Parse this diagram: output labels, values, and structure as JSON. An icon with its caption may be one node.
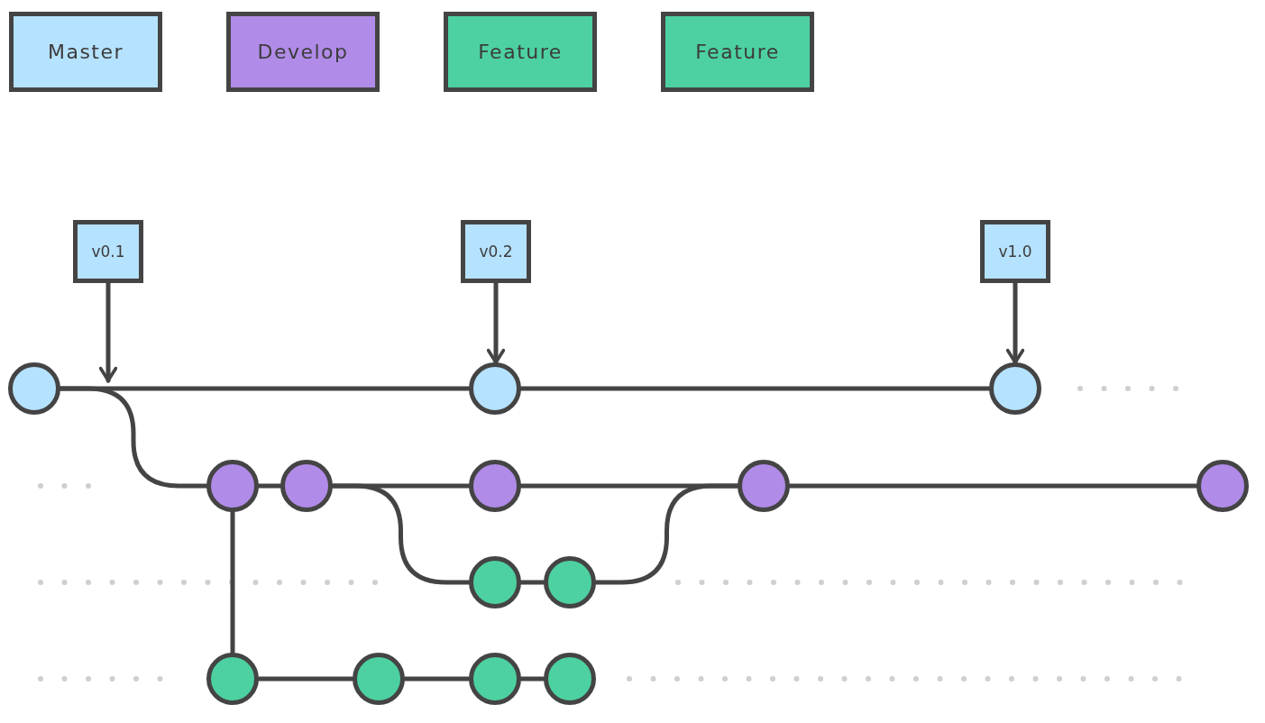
{
  "diagram": {
    "nodes": [
      {
        "text": [
          "v0.1"
        ]
      },
      {
        "text": [
          "v0.2"
        ]
      },
      {
        "text": [
          "v1.0"
        ]
      },
      {
        "text": [],
        "shape": "circle"
      },
      {
        "text": [],
        "shape": "circle"
      },
      {
        "text": [],
        "shape": "circle"
      },
      {
        "text": [],
        "shape": "circle"
      },
      {
        "text": [],
        "shape": "circle"
      },
      {
        "text": [],
        "shape": "circle"
      },
      {
        "text": [],
        "shape": "circle"
      },
      {
        "text": [],
        "shape": "circle"
      },
      {
        "text": [],
        "shape": "circle"
      },
      {
        "text": [],
        "shape": "circle"
      },
      {
        "text": [],
        "shape": "circle"
      },
      {
        "text": [],
        "shape": "circle"
      },
      {
        "text": [],
        "shape": "circle"
      },
      {
        "text": [],
        "shape": "circle"
      }
    ],
    "edges": [
      {
        "from": 0,
        "to": null,
        "arrow": "to"
      },
      {
        "from": 1,
        "to": 4,
        "arrow": "to"
      },
      {
        "from": 2,
        "to": 5,
        "arrow": "to"
      },
      {
        "from": 3,
        "to": 4,
        "arrow": "none"
      },
      {
        "from": 4,
        "to": 5,
        "arrow": "none"
      },
      {
        "from": 3,
        "to": 6,
        "arrow": "none"
      },
      {
        "from": 6,
        "to": 7,
        "arrow": "none"
      },
      {
        "from": 7,
        "to": 8,
        "arrow": "none"
      },
      {
        "from": 8,
        "to": 9,
        "arrow": "none"
      },
      {
        "from": 9,
        "to": 10,
        "arrow": "none"
      },
      {
        "from": 7,
        "to": 11,
        "arrow": "none"
      },
      {
        "from": 11,
        "to": 12,
        "arrow": "none"
      },
      {
        "from": 12,
        "to": 9,
        "arrow": "none"
      },
      {
        "from": 6,
        "to": 13,
        "arrow": "none"
      },
      {
        "from": 13,
        "to": 14,
        "arrow": "none"
      },
      {
        "from": 14,
        "to": 15,
        "arrow": "none"
      },
      {
        "from": 15,
        "to": 16,
        "arrow": "none"
      }
    ],
    "legend": [
      {
        "text": "Master",
        "color": "#b5e2fe"
      },
      {
        "text": "Develop",
        "color": "#b18be8"
      },
      {
        "text": "Feature",
        "color": "#4dd1a1"
      },
      {
        "text": "Feature",
        "color": "#4dd1a1"
      }
    ]
  }
}
